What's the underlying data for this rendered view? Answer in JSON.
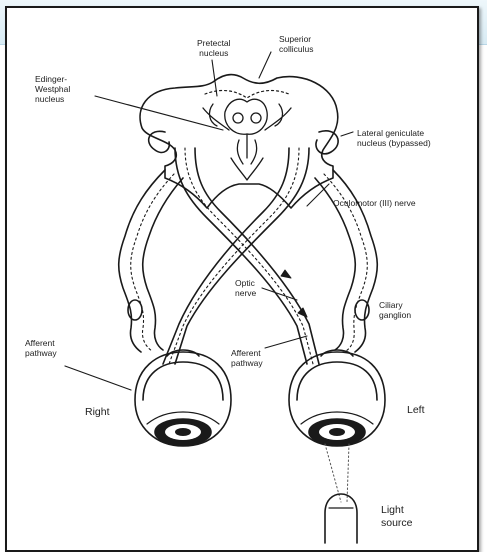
{
  "labels": {
    "pretectal_nucleus": "Pretectal\nnucleus",
    "superior_colliculus": "Superior\ncolliculus",
    "edinger_westphal_nucleus": "Edinger-\nWestphal\nnucleus",
    "lateral_geniculate_nucleus": "Lateral geniculate\nnucleus (bypassed)",
    "oculomotor_nerve": "Oculomotor (III) nerve",
    "optic_nerve": "Optic\nnerve",
    "ciliary_ganglion": "Ciliary\nganglion",
    "afferent_pathway_left": "Afferent\npathway",
    "afferent_pathway_center": "Afferent\npathway",
    "right_eye": "Right",
    "left_eye": "Left",
    "light_source": "Light\nsource"
  }
}
